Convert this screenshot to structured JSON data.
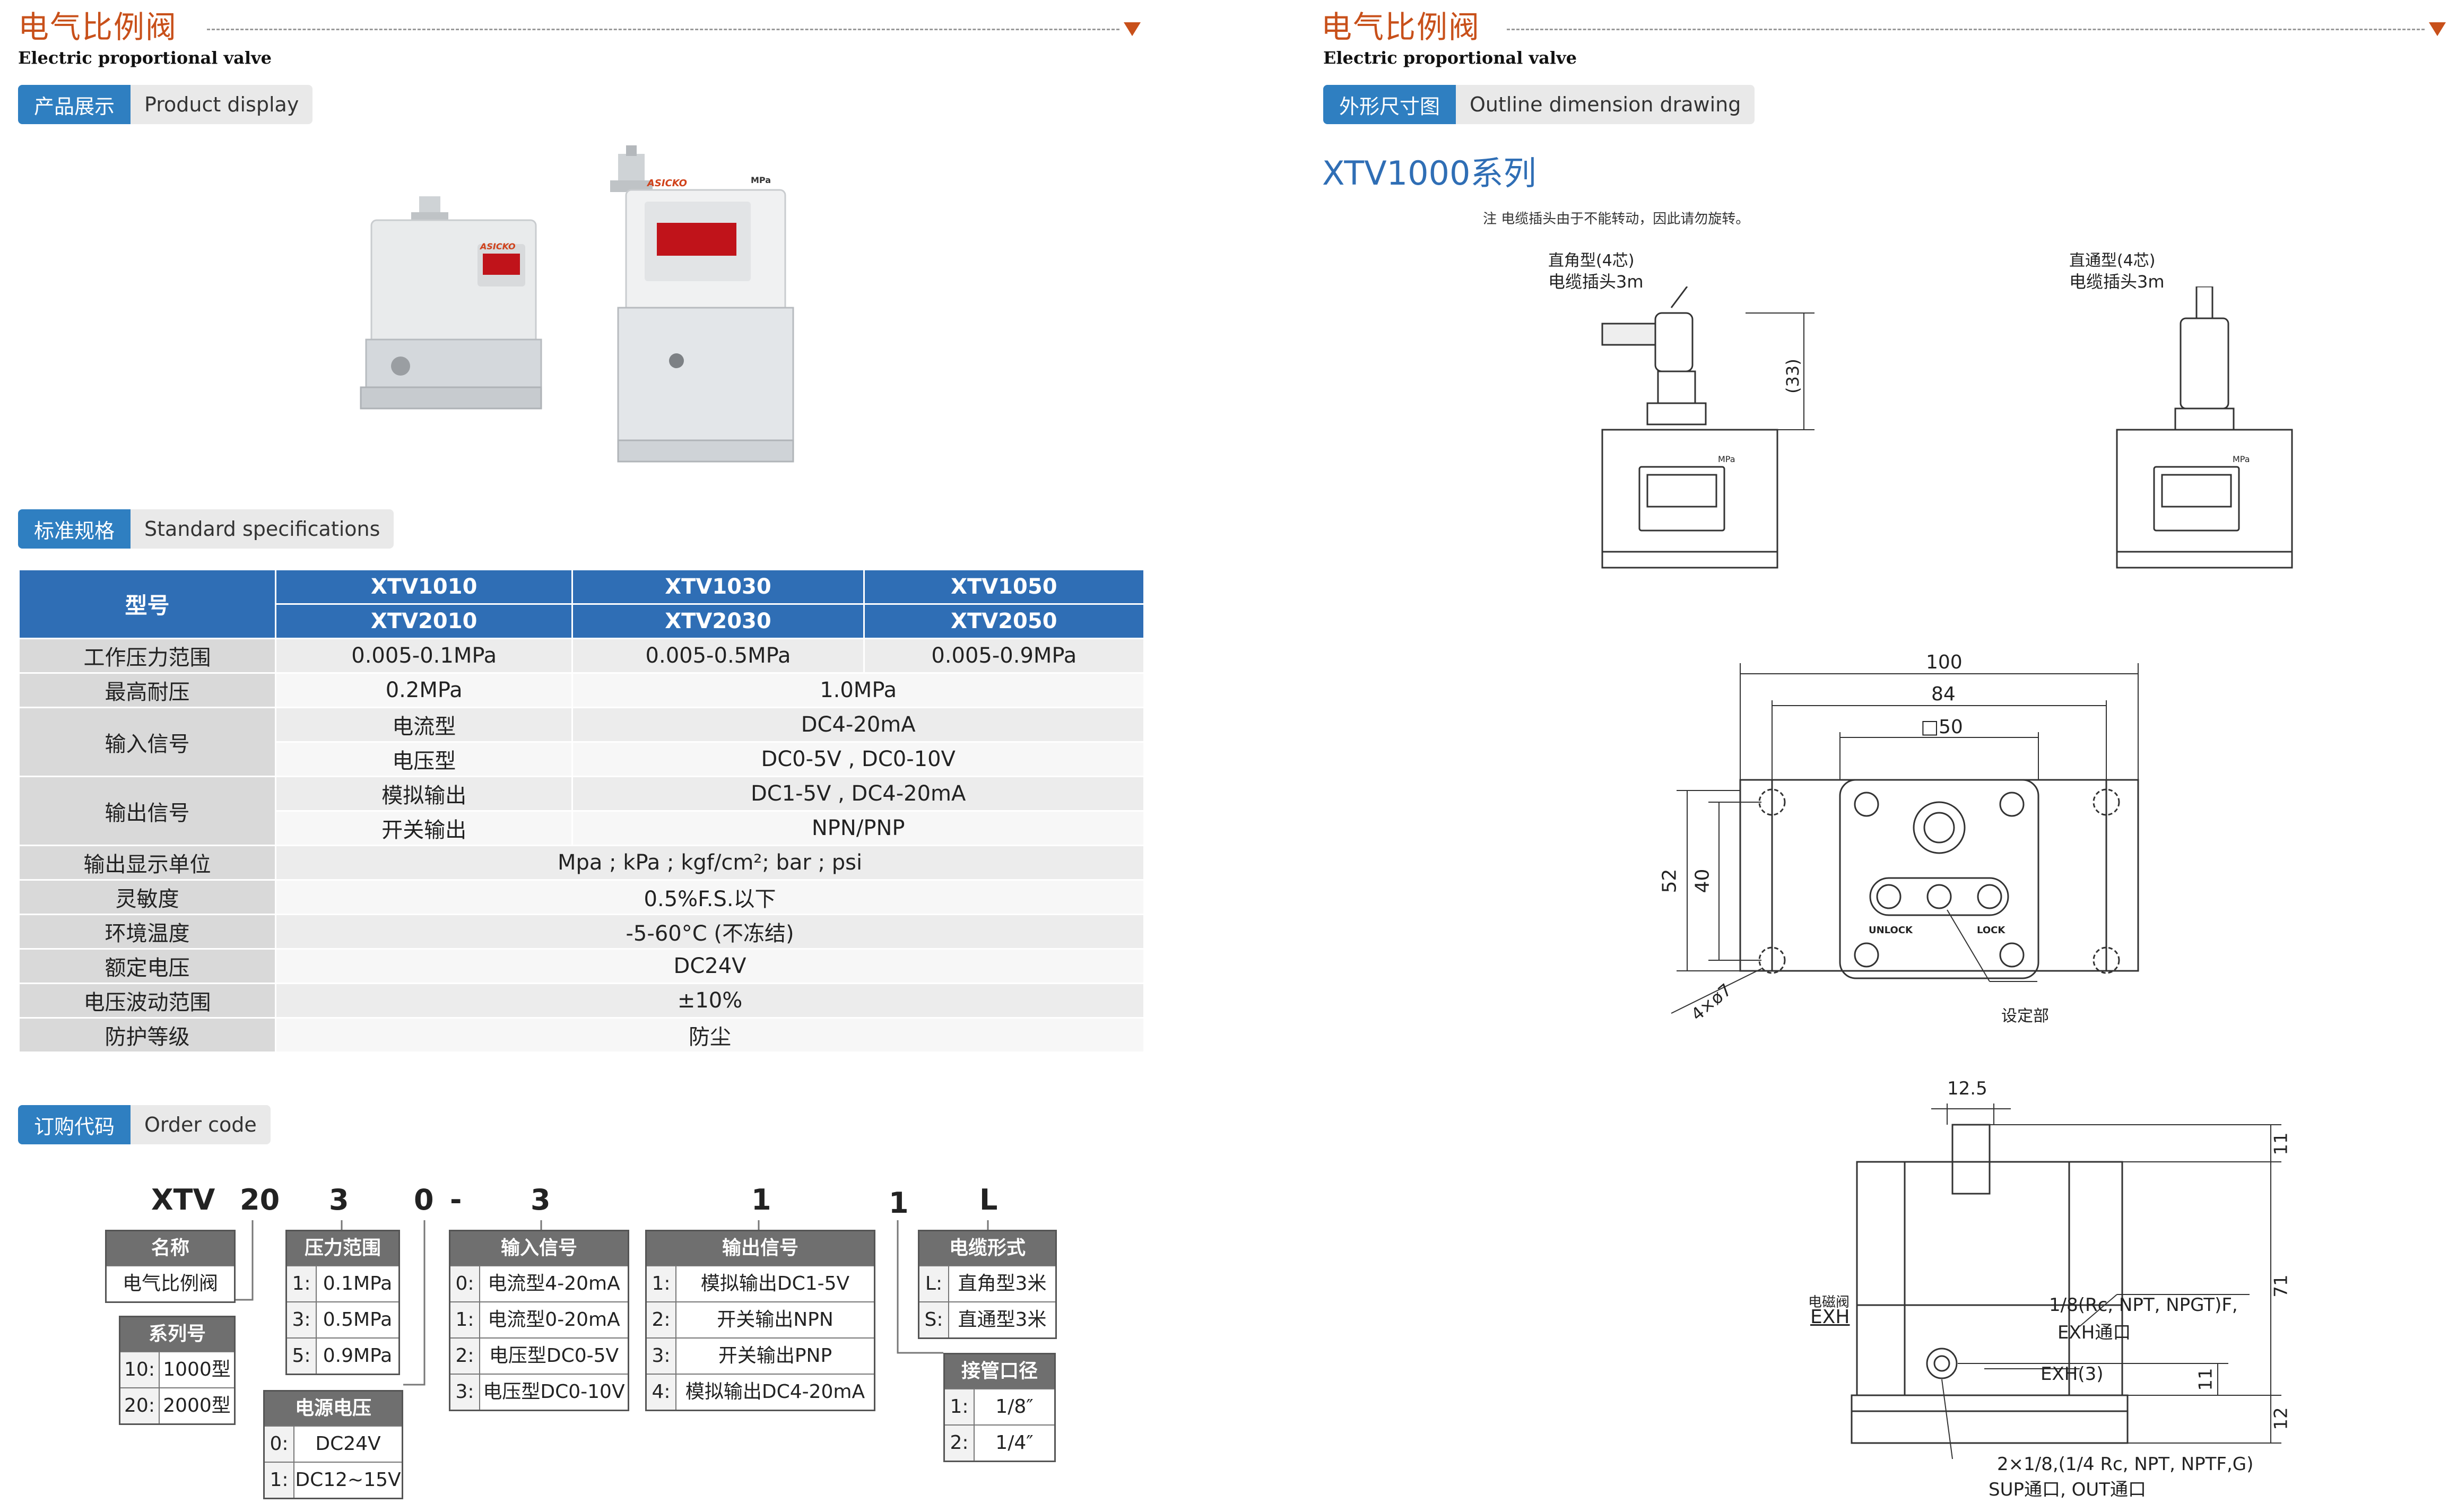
{
  "left": {
    "title": "电气比例阀",
    "subtitle": "Electric proportional valve",
    "tab_display": {
      "cn": "产品展示",
      "en": "Product display"
    },
    "product_label_1": "ASICKO",
    "product_label_2": "ASICKO",
    "product_unit": "MPa",
    "tab_specs": {
      "cn": "标准规格",
      "en": "Standard specifications"
    },
    "specs": {
      "model_label": "型号",
      "models_row1": [
        "XTV1010",
        "XTV1030",
        "XTV1050"
      ],
      "models_row2": [
        "XTV2010",
        "XTV2030",
        "XTV2050"
      ],
      "pressure_range": {
        "label": "工作压力范围",
        "values": [
          "0.005-0.1MPa",
          "0.005-0.5MPa",
          "0.005-0.9MPa"
        ]
      },
      "max_pressure": {
        "label": "最高耐压",
        "v1": "0.2MPa",
        "v2": "1.0MPa"
      },
      "input_signal": {
        "label": "输入信号",
        "current_label": "电流型",
        "current_value": "DC4-20mA",
        "voltage_label": "电压型",
        "voltage_value": "DC0-5V , DC0-10V"
      },
      "output_signal": {
        "label": "输出信号",
        "analog_label": "模拟输出",
        "analog_value": "DC1-5V , DC4-20mA",
        "switch_label": "开关输出",
        "switch_value": "NPN/PNP"
      },
      "display_unit": {
        "label": "输出显示单位",
        "value": "Mpa ; kPa ; kgf/cm²; bar ; psi"
      },
      "sensitivity": {
        "label": "灵敏度",
        "value": "0.5%F.S.以下"
      },
      "ambient_temp": {
        "label": "环境温度",
        "value": "-5-60°C (不冻结)"
      },
      "rated_voltage": {
        "label": "额定电压",
        "value": "DC24V"
      },
      "voltage_fluct": {
        "label": "电压波动范围",
        "value": "±10%"
      },
      "protection": {
        "label": "防护等级",
        "value": "防尘"
      }
    },
    "tab_order": {
      "cn": "订购代码",
      "en": "Order code"
    },
    "order": {
      "code": [
        "XTV",
        "20",
        "3",
        "0",
        "-",
        "3",
        "1",
        "1",
        "L"
      ],
      "name_box": {
        "title": "名称",
        "value": "电气比例阀"
      },
      "series_box": {
        "title": "系列号",
        "rows": [
          [
            "10:",
            "1000型"
          ],
          [
            "20:",
            "2000型"
          ]
        ]
      },
      "pressure_box": {
        "title": "压力范围",
        "rows": [
          [
            "1:",
            "0.1MPa"
          ],
          [
            "3:",
            "0.5MPa"
          ],
          [
            "5:",
            "0.9MPa"
          ]
        ]
      },
      "power_box": {
        "title": "电源电压",
        "rows": [
          [
            "0:",
            "DC24V"
          ],
          [
            "1:",
            "DC12~15V"
          ]
        ]
      },
      "input_box": {
        "title": "输入信号",
        "rows": [
          [
            "0:",
            "电流型4-20mA"
          ],
          [
            "1:",
            "电流型0-20mA"
          ],
          [
            "2:",
            "电压型DC0-5V"
          ],
          [
            "3:",
            "电压型DC0-10V"
          ]
        ]
      },
      "output_box": {
        "title": "输出信号",
        "rows": [
          [
            "1:",
            "模拟输出DC1-5V"
          ],
          [
            "2:",
            "开关输出NPN"
          ],
          [
            "3:",
            "开关输出PNP"
          ],
          [
            "4:",
            "模拟输出DC4-20mA"
          ]
        ]
      },
      "cable_box": {
        "title": "电缆形式",
        "rows": [
          [
            "L:",
            "直角型3米"
          ],
          [
            "S:",
            "直通型3米"
          ]
        ]
      },
      "port_box": {
        "title": "接管口径",
        "rows": [
          [
            "1:",
            "1/8″"
          ],
          [
            "2:",
            "1/4″"
          ]
        ]
      }
    }
  },
  "right": {
    "title": "电气比例阀",
    "subtitle": "Electric proportional valve",
    "tab_outline": {
      "cn": "外形尺寸图",
      "en": "Outline dimension drawing"
    },
    "series": "XTV1000系列",
    "note": "注  电缆插头由于不能转动，因此请勿旋转。",
    "connector_right_angle_1": "直角型(4芯)",
    "connector_right_angle_2": "电缆插头3m",
    "connector_straight_1": "直通型(4芯)",
    "connector_straight_2": "电缆插头3m",
    "dim_33": "(33)",
    "mpa_small": "MPa",
    "dims_top": {
      "d100": "100",
      "d84": "84",
      "d50": "□50",
      "d52": "52",
      "d40": "40",
      "holes": "4×ø7",
      "setting": "设定部",
      "unlock": "UNLOCK",
      "lock": "LOCK"
    },
    "dims_side": {
      "d12_5": "12.5",
      "d11a": "11",
      "d71": "71",
      "d11b": "11",
      "d12": "12",
      "exh_label": "电磁阀",
      "exh": "EXH",
      "port_18": "1/8(Rc, NPT, NPGT)F,",
      "exh_port": "EXH通口",
      "exh3": "EXH(3)",
      "sup_out": "2×1/8,(1/4 Rc, NPT, NPTF,G)",
      "sup_out_2": "SUP通口, OUT通口"
    }
  },
  "colors": {
    "accent": "#c8501a",
    "blue": "#2f7fc1",
    "header_blue": "#2f6eb5"
  }
}
